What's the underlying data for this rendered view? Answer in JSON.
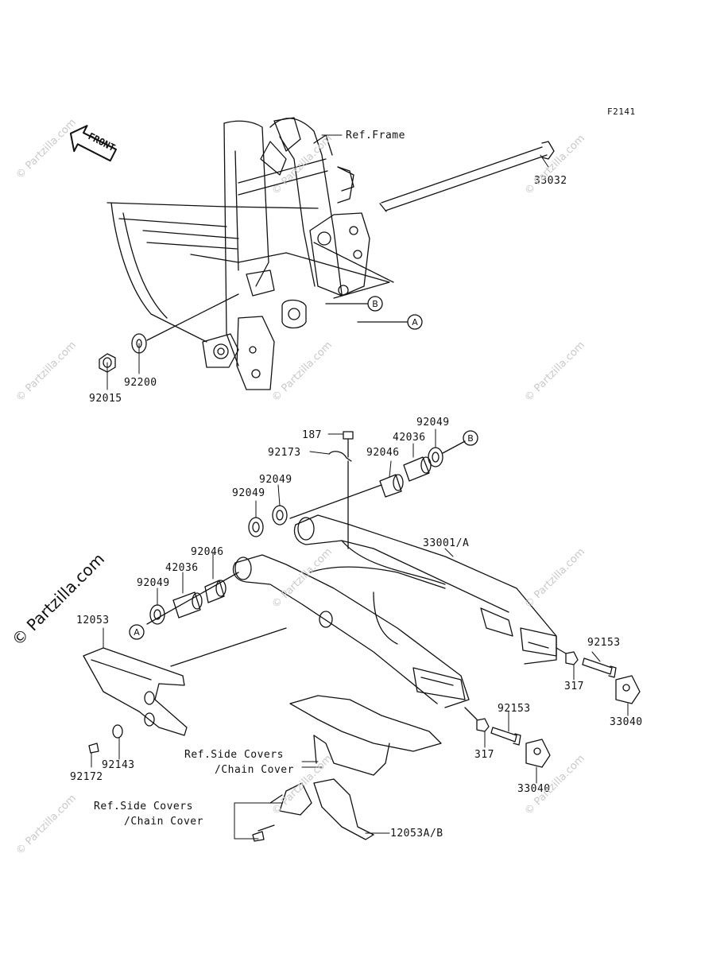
{
  "figure_code": "F2141",
  "front_label": "FRONT",
  "watermark_text": "© Partzilla.com",
  "callouts": {
    "ref_frame": "Ref.Frame",
    "p33032": "33032",
    "p92200": "92200",
    "p92015": "92015",
    "p187": "187",
    "p92173": "92173",
    "p92049_top": "92049",
    "p42036_top": "42036",
    "p92046_top": "92046",
    "p92049_a": "92049",
    "p92049_b": "92049",
    "p33001": "33001/A",
    "p92046_mid": "92046",
    "p42036_mid": "42036",
    "p92049_c": "92049",
    "p12053": "12053",
    "p92153_r": "92153",
    "p317_r": "317",
    "p33040_r": "33040",
    "p92153_c": "92153",
    "p317_c": "317",
    "p33040_c": "33040",
    "ref_side_covers_1": "Ref.Side Covers",
    "chain_cover_1": "/Chain Cover",
    "ref_side_covers_2": "Ref.Side Covers",
    "chain_cover_2": "/Chain Cover",
    "p12053ab": "12053A/B",
    "p92143": "92143",
    "p92172": "92172",
    "marker_a": "A",
    "marker_b": "B"
  }
}
